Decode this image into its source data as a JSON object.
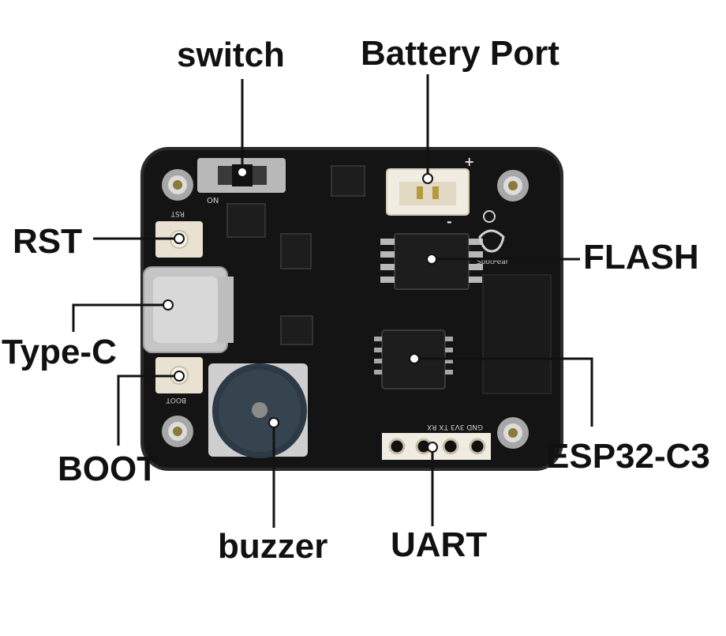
{
  "labels": {
    "switch": "switch",
    "battery_port": "Battery Port",
    "rst": "RST",
    "flash": "FLASH",
    "type_c": "Type-C",
    "boot": "BOOT",
    "esp32": "ESP32-C3",
    "buzzer": "buzzer",
    "uart": "UART"
  },
  "silkscreen": {
    "rst": "RST",
    "boot": "BOOT",
    "brand": "SpotPear",
    "uart_pins": "GND 3V3 TX RX",
    "on": "ON",
    "plus": "+",
    "minus": "-"
  },
  "colors": {
    "board": "#141414",
    "board_edge": "#2a2a2a",
    "chip": "#1d1d1d",
    "metal": "#b9b9b9",
    "connector": "#f1ece2",
    "pad": "#c8c0a8",
    "line": "#111111",
    "text": "#111111"
  }
}
